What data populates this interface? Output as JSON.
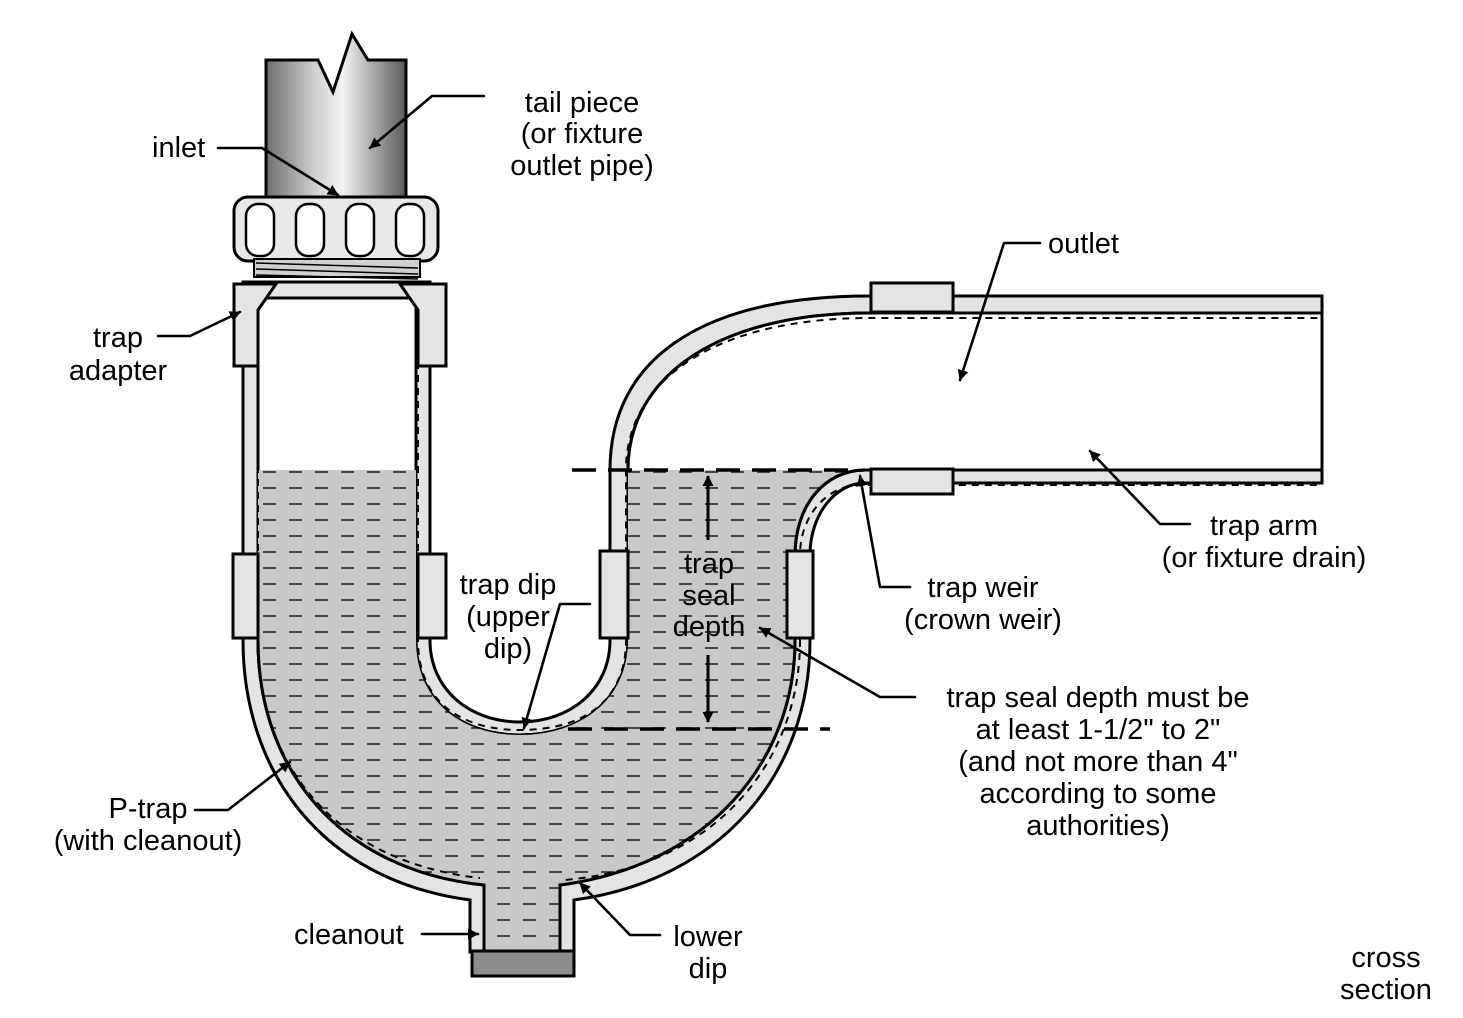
{
  "labels": {
    "tail_piece": [
      "tail piece",
      "(or fixture",
      "outlet pipe)"
    ],
    "inlet": "inlet",
    "trap_adapter": [
      "trap",
      "adapter"
    ],
    "outlet": "outlet",
    "trap_arm": [
      "trap arm",
      "(or fixture drain)"
    ],
    "trap_weir": [
      "trap weir",
      "(crown weir)"
    ],
    "trap_dip": [
      "trap dip",
      "(upper",
      "dip)"
    ],
    "trap_seal_depth": [
      "trap",
      "seal",
      "depth"
    ],
    "seal_note": [
      "trap seal depth must be",
      "at least 1-1/2\" to 2\"",
      "(and not more than 4\"",
      "according to some",
      "authorities)"
    ],
    "p_trap": [
      "P-trap",
      "(with cleanout)"
    ],
    "cleanout": "cleanout",
    "lower_dip": [
      "lower",
      "dip"
    ],
    "cross_section": [
      "cross",
      "section"
    ]
  },
  "colors": {
    "pipe_wall": "#e4e4e4",
    "water": "#c8c8c8",
    "outline": "#000000",
    "cleanout_cap": "#8c8c8c"
  }
}
